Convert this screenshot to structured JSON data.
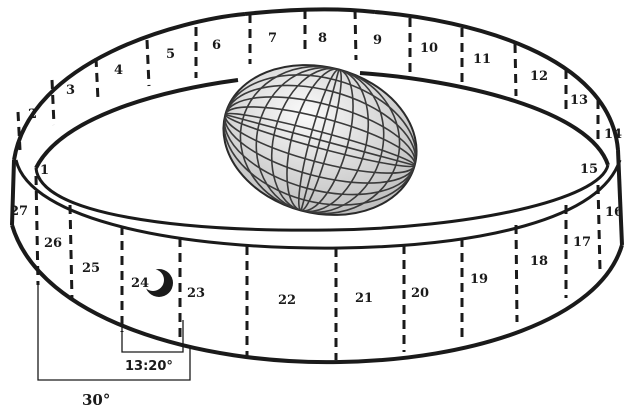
{
  "sectors": {
    "s1": "1",
    "s2": "2",
    "s3": "3",
    "s4": "4",
    "s5": "5",
    "s6": "6",
    "s7": "7",
    "s8": "8",
    "s9": "9",
    "s10": "10",
    "s11": "11",
    "s12": "12",
    "s13": "13",
    "s14": "14",
    "s15": "15",
    "s16": "16",
    "s17": "17",
    "s18": "18",
    "s19": "19",
    "s20": "20",
    "s21": "21",
    "s22": "22",
    "s23": "23",
    "s24": "24",
    "s25": "25",
    "s26": "26",
    "s27": "27"
  },
  "dimensions": {
    "moon_sector_angle": "13:20°",
    "sector_angle": "30°"
  },
  "colors": {
    "ink": "#1a1a1a",
    "earth_fill": "#e6e6e6",
    "earth_grid": "#3a3a3a"
  }
}
